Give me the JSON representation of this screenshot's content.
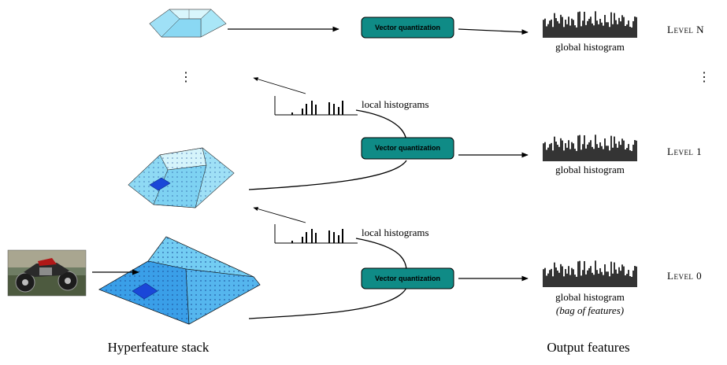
{
  "vq_label": "Vector quantization",
  "global_histogram_label": "global histogram",
  "bag_of_features_label": "(bag of features)",
  "local_histograms_label": "local histograms",
  "levels": {
    "n": "Level N",
    "one": "Level 1",
    "zero": "Level 0"
  },
  "ellipsis": "⋮",
  "captions": {
    "left": "Hyperfeature stack",
    "right": "Output features"
  },
  "colors": {
    "vq_fill": "#0f8b86",
    "pyramid_light": "#b9ecf8",
    "pyramid_mid": "#5fc4ef",
    "pyramid_dark": "#2a84e0",
    "patch": "#1a47d8"
  },
  "input_image": "motorcycle-photo"
}
